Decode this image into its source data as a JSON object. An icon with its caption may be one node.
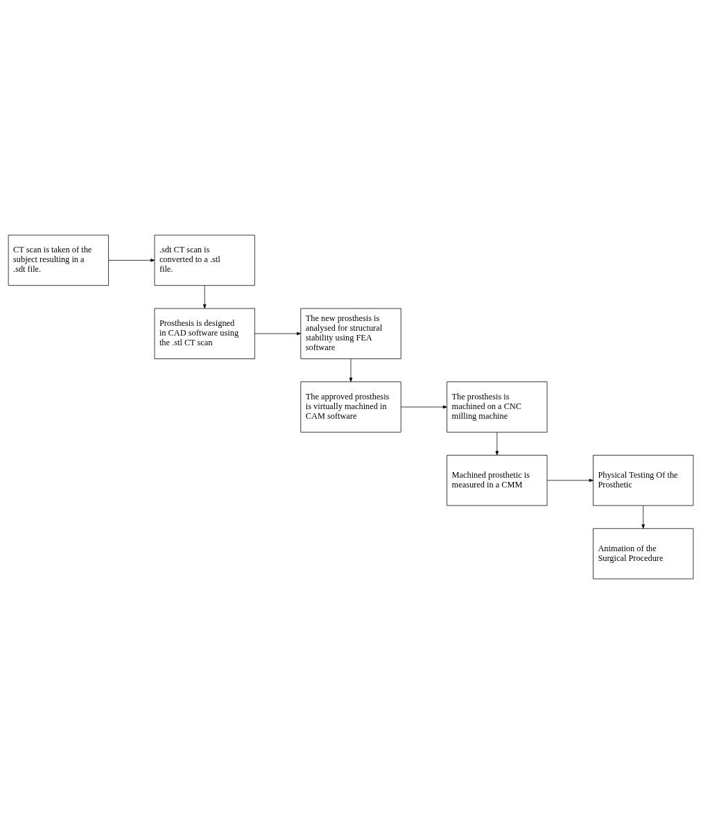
{
  "diagram": {
    "nodes": [
      {
        "text": [
          "CT scan is taken of the subject resulting in a .sdt file."
        ]
      },
      {
        "text": [
          ".sdt CT scan is converted to a .stl file."
        ]
      },
      {
        "text": [
          "Prosthesis is designed in CAD software using the .stl CT scan"
        ]
      },
      {
        "text": [
          "The new prosthesis is analysed for structural stability using FEA software"
        ]
      },
      {
        "text": [
          "The approved prosthesis is virtually machined in CAM software"
        ]
      },
      {
        "text": [
          "The prosthesis is machined on a CNC milling machine"
        ]
      },
      {
        "text": [
          "Machined prosthetic is measured in a CMM"
        ]
      },
      {
        "text": [
          "Physical Testing Of the Prosthetic"
        ]
      },
      {
        "text": [
          "Animation of the Surgical Procedure"
        ]
      }
    ],
    "edges": [
      {
        "from": 0,
        "to": 1,
        "arrow": "to"
      },
      {
        "from": 1,
        "to": 2,
        "arrow": "to"
      },
      {
        "from": 2,
        "to": 3,
        "arrow": "to"
      },
      {
        "from": 3,
        "to": 4,
        "arrow": "to"
      },
      {
        "from": 4,
        "to": 5,
        "arrow": "to"
      },
      {
        "from": 5,
        "to": 6,
        "arrow": "to"
      },
      {
        "from": 6,
        "to": 7,
        "arrow": "to"
      },
      {
        "from": 7,
        "to": 8,
        "arrow": "to"
      }
    ]
  }
}
